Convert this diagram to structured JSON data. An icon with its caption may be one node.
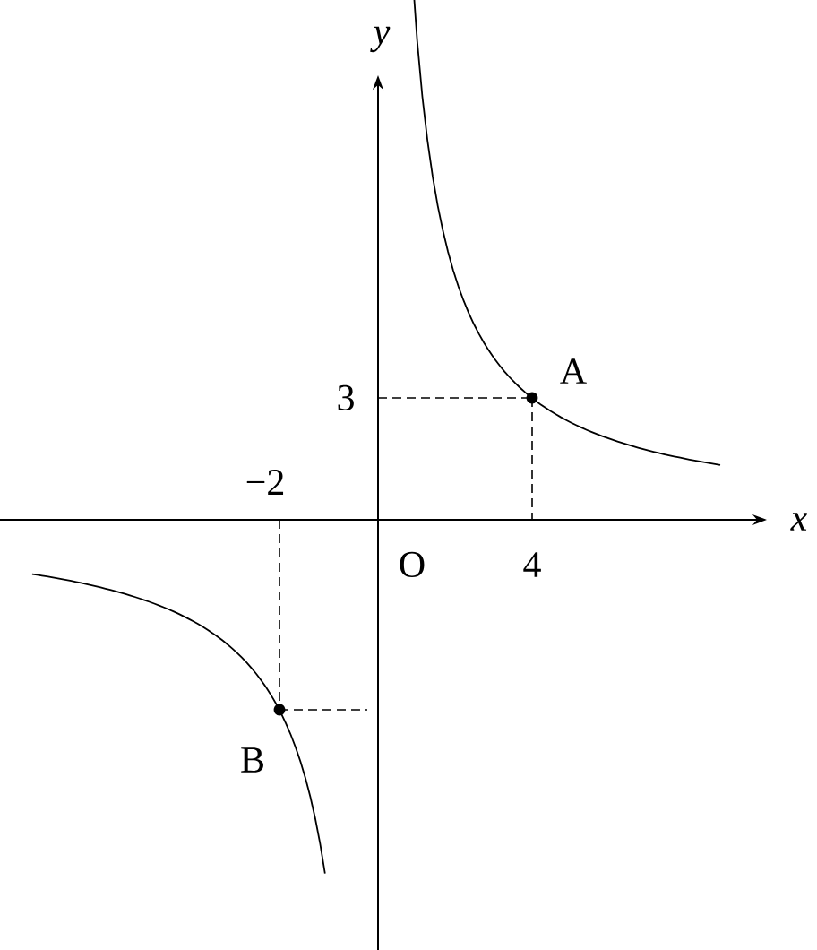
{
  "diagram": {
    "labels": [
      "y",
      "A",
      "3",
      "−2",
      "x",
      "O",
      "4",
      "B"
    ]
  }
}
